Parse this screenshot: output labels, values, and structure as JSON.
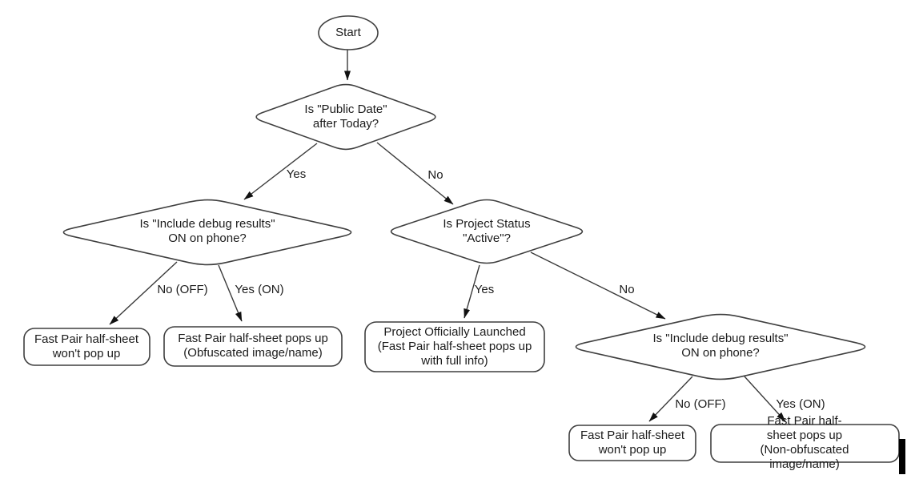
{
  "diagram": {
    "type": "flowchart",
    "colors": {
      "background": "#ffffff",
      "shape_fill": "#ffffff",
      "shape_stroke": "#3f3f3f",
      "connector": "#3a3a3a",
      "arrowhead": "#111111",
      "text": "#1b1b1b",
      "cursor_bar": "#000000"
    },
    "nodes": {
      "start": {
        "shape": "oval",
        "label": "Start"
      },
      "decision_public_date": {
        "shape": "diamond",
        "label": "Is \"Public Date\"\nafter Today?"
      },
      "decision_debug_left": {
        "shape": "diamond",
        "label": "Is \"Include debug results\"\nON on phone?"
      },
      "decision_project_status": {
        "shape": "diamond",
        "label": "Is Project Status\n\"Active\"?"
      },
      "decision_debug_right": {
        "shape": "diamond",
        "label": "Is \"Include debug results\"\nON on phone?"
      },
      "outcome_wont_popup_left": {
        "shape": "rounded-rect",
        "label": "Fast Pair half-sheet\nwon't pop up"
      },
      "outcome_obfuscated": {
        "shape": "rounded-rect",
        "label": "Fast Pair half-sheet pops up\n(Obfuscated image/name)"
      },
      "outcome_launched": {
        "shape": "rounded-rect",
        "label": "Project Officially Launched\n(Fast Pair half-sheet pops up\nwith full info)"
      },
      "outcome_wont_popup_right": {
        "shape": "rounded-rect",
        "label": "Fast Pair half-sheet\nwon't pop up"
      },
      "outcome_non_obfuscated": {
        "shape": "rounded-rect",
        "label": "Fast Pair half-sheet pops up\n(Non-obfuscated image/name)"
      }
    },
    "edges": [
      {
        "from": "start",
        "to": "decision_public_date",
        "label": ""
      },
      {
        "from": "decision_public_date",
        "to": "decision_debug_left",
        "label": "Yes"
      },
      {
        "from": "decision_public_date",
        "to": "decision_project_status",
        "label": "No"
      },
      {
        "from": "decision_debug_left",
        "to": "outcome_wont_popup_left",
        "label": "No (OFF)"
      },
      {
        "from": "decision_debug_left",
        "to": "outcome_obfuscated",
        "label": "Yes (ON)"
      },
      {
        "from": "decision_project_status",
        "to": "outcome_launched",
        "label": "Yes"
      },
      {
        "from": "decision_project_status",
        "to": "decision_debug_right",
        "label": "No"
      },
      {
        "from": "decision_debug_right",
        "to": "outcome_wont_popup_right",
        "label": "No (OFF)"
      },
      {
        "from": "decision_debug_right",
        "to": "outcome_non_obfuscated",
        "label": "Yes (ON)"
      }
    ]
  }
}
